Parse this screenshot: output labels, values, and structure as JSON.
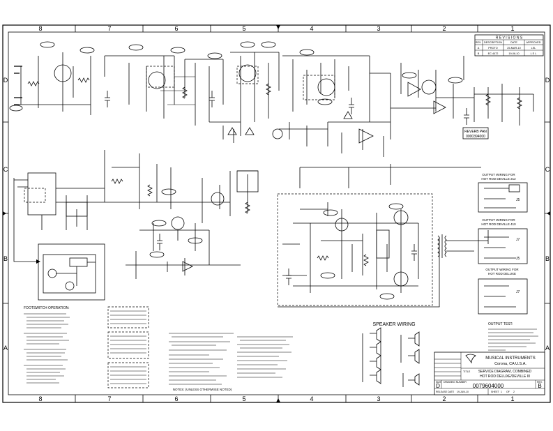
{
  "border": {
    "col_labels": [
      "8",
      "7",
      "6",
      "5",
      "4",
      "3",
      "2",
      "1"
    ],
    "row_labels": [
      "D",
      "C",
      "B",
      "A"
    ]
  },
  "revisions": {
    "title": "R E V I S I O N S",
    "headers": [
      "REV.",
      "DESCRIPTION",
      "DATE",
      "APPROVED"
    ],
    "rows": [
      [
        "A",
        "PROTO",
        "25-MAR-10",
        "LEL"
      ],
      [
        "B",
        "EC 4472",
        "19-06-10",
        "L E L"
      ]
    ]
  },
  "labels": {
    "reverb_pan": "REVERB PAN",
    "reverb_pan_pn": "0000394000",
    "output_wiring_212_title": "OUTPUT WIRING FOR",
    "output_wiring_212_model": "HOT ROD DEVILLE 212",
    "output_wiring_410_title": "OUTPUT WIRING FOR",
    "output_wiring_410_model": "HOT ROD DEVILLE 410",
    "output_wiring_deluxe_title": "OUTPUT WIRING FOR",
    "output_wiring_deluxe_model": "HOT ROD DELUXE",
    "j7": "J7",
    "j5": "J5",
    "footswitch_operation": "FOOTSWITCH OPERATION:",
    "notes": "NOTES: (UNLESS OTHERWISE NOTED)",
    "speaker_wiring": "SPEAKER WIRING",
    "output_test": "OUTPUT TEST:"
  },
  "title_block": {
    "company": "MUSICAL INSTRUMENTS",
    "location": "Corona, CA U.S.A.",
    "title_label": "TITLE",
    "title_value": "SERVICE DIAGRAM, COMBINED",
    "title_value2": "HOT ROD DELUXE/DEVILLE III",
    "size_label": "SIZE",
    "drawing_number_label": "DRAWING NUMBER",
    "rev_label": "REV.",
    "size": "D",
    "drawing_number": "0079604000",
    "rev": "B",
    "release_date_label": "RELEASE DATE",
    "release_date": "19-JUN-10",
    "sheet_label": "SHEET",
    "sheet": "1",
    "of_label": "OF",
    "of": "2"
  }
}
